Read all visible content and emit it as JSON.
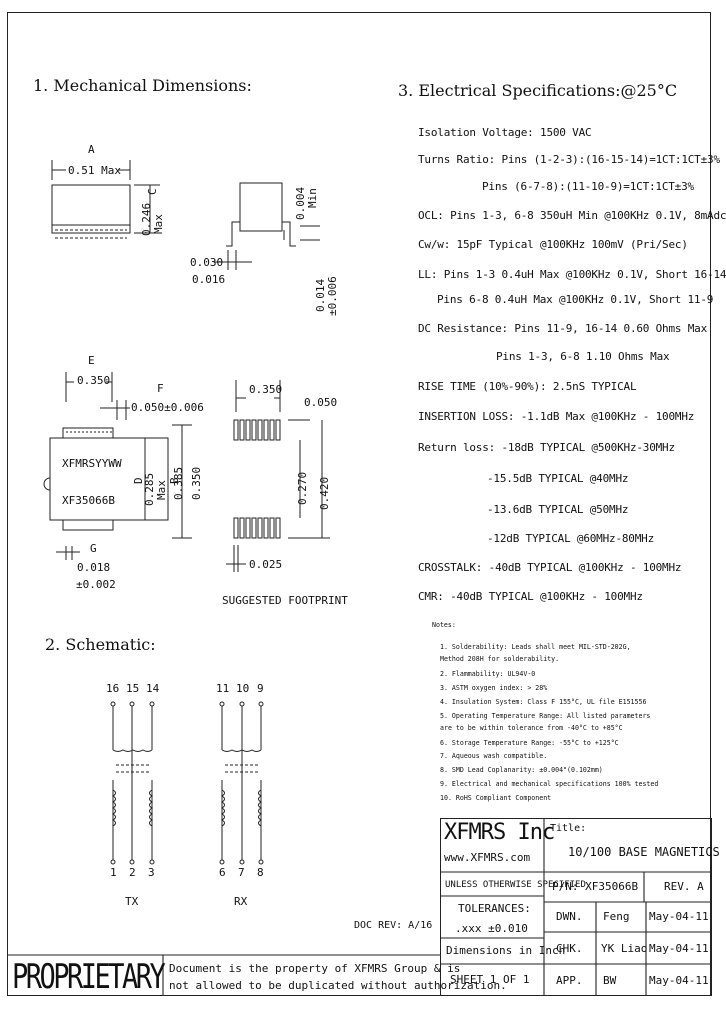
{
  "sections": {
    "mech": "1. Mechanical Dimensions:",
    "schem": "2. Schematic:",
    "elec": "3. Electrical Specifications:@25°C"
  },
  "mech": {
    "a_label": "A",
    "a_value": "0.51  Max",
    "c_label": "C",
    "c_value": "0.246",
    "c_max": "Max",
    "top_dim": "0.004",
    "top_min": "Min",
    "lead1": "0.030",
    "lead2": "0.016",
    "lead3": "0.014",
    "lead4": "±0.006",
    "e_label": "E",
    "e_value": "0.350",
    "f_label": "F",
    "f_value": "0.050±0.006",
    "marking1": "XFMRSYYWW",
    "marking2": "XF35066B",
    "d_label": "D",
    "d_value": "0.285",
    "d_max": "Max",
    "b_label": "B",
    "b_value1": "0.385",
    "b_value2": "0.350",
    "g_label": "G",
    "g_value1": "0.018",
    "g_value2": "±0.002",
    "fp_350": "0.350",
    "fp_050": "0.050",
    "fp_270": "0.270",
    "fp_420": "0.420",
    "fp_025": "0.025",
    "fp_label": "SUGGESTED FOOTPRINT"
  },
  "schematic": {
    "tx_top": [
      "16",
      "15",
      "14"
    ],
    "tx_bottom": [
      "1",
      "2",
      "3"
    ],
    "tx_label": "TX",
    "rx_top": [
      "11",
      "10",
      "9"
    ],
    "rx_bottom": [
      "6",
      "7",
      "8"
    ],
    "rx_label": "RX"
  },
  "electrical": [
    "Isolation Voltage:  1500 VAC",
    "Turns Ratio: Pins (1-2-3):(16-15-14)=1CT:1CT±3%",
    "Pins (6-7-8):(11-10-9)=1CT:1CT±3%",
    "OCL: Pins 1-3, 6-8 350uH Min @100KHz 0.1V, 8mAdc",
    "Cw/w: 15pF Typical @100KHz 100mV (Pri/Sec)",
    "LL: Pins 1-3 0.4uH Max @100KHz 0.1V, Short 16-14",
    "Pins 6-8 0.4uH Max @100KHz 0.1V, Short 11-9",
    "DC Resistance: Pins 11-9, 16-14 0.60 Ohms Max",
    "Pins 1-3, 6-8 1.10 Ohms Max",
    "RISE TIME (10%-90%): 2.5nS TYPICAL",
    "INSERTION LOSS: -1.1dB Max @100KHz - 100MHz",
    "Return loss:  -18dB TYPICAL @500KHz-30MHz",
    "-15.5dB TYPICAL @40MHz",
    "-13.6dB TYPICAL @50MHz",
    "-12dB TYPICAL @60MHz-80MHz",
    "CROSSTALK: -40dB TYPICAL @100KHz - 100MHz",
    "CMR:  -40dB TYPICAL @100KHz - 100MHz"
  ],
  "notes": {
    "title": "Notes:",
    "items": [
      "1. Solderability: Leads shall meet MIL-STD-202G,",
      "    Method 208H for solderability.",
      "2. Flammability: UL94V-0",
      "3. ASTM oxygen index: > 28%",
      "4. Insulation System: Class F 155°C, UL file E151556",
      "5. Operating Temperature Range: All listed parameters",
      "    are to be within tolerance from -40°C to +85°C",
      "6. Storage Temperature Range: -55°C to +125°C",
      "7. Aqueous wash compatible.",
      "8. SMD Lead Coplanarity: ±0.004\"(0.102mm)",
      "9. Electrical and mechanical specifications 100% tested",
      "10. RoHS Compliant Component"
    ]
  },
  "title_block": {
    "company": "XFMRS Inc",
    "website": "www.XFMRS.com",
    "title_label": "Title:",
    "title": "10/100 BASE MAGNETICS",
    "unless": "UNLESS OTHERWISE SPECIFIED",
    "pn": "P/N: XF35066B",
    "rev": "REV. A",
    "tol_label": "TOLERANCES:",
    "tol_value": ".xxx ±0.010",
    "dims": "Dimensions in Inch",
    "sheet": "SHEET  1  OF  1",
    "dwn_label": "DWN.",
    "dwn_name": "Feng",
    "dwn_date": "May-04-11",
    "chk_label": "CHK.",
    "chk_name": "YK Liao",
    "chk_date": "May-04-11",
    "app_label": "APP.",
    "app_name": "BW",
    "app_date": "May-04-11",
    "doc_rev": "DOC REV: A/16",
    "proprietary": "PROPRIETARY",
    "prop_note1": "Document is the property of XFMRS Group & is",
    "prop_note2": "not allowed to be duplicated without authorization."
  }
}
